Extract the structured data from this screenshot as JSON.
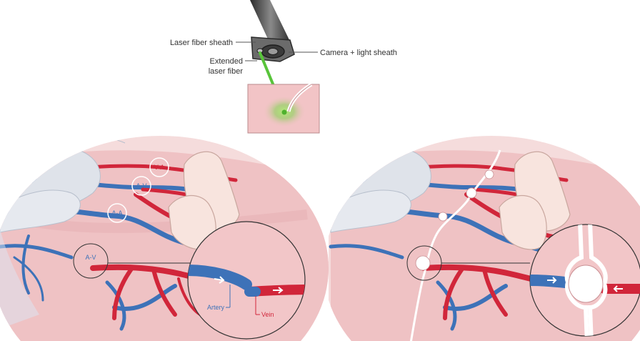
{
  "colors": {
    "artery": "#3d72b8",
    "artery_light": "#8fb3dd",
    "vein": "#d1263a",
    "vein_dark": "#a81a2b",
    "placenta_bg": "#efc2c4",
    "placenta_edge": "#e2a7ab",
    "laser_green": "#5cc93d",
    "skin": "#f8e4de",
    "twin_gray": "#dfe3ea",
    "label_text": "#333333",
    "ring": "#ffffff"
  },
  "icons": [
    "fetoscope-icon",
    "laser-fiber-icon",
    "camera-icon",
    "fetus-foot-icon",
    "magnifier-inset-icon"
  ],
  "instrument": {
    "laser_fiber_sheath": "Laser fiber sheath",
    "camera_light_sheath": "Camera + light sheath",
    "extended_fiber_line1": "Extended",
    "extended_fiber_line2": "laser fiber"
  },
  "left_panel": {
    "anastomoses": [
      {
        "label": "V-A"
      },
      {
        "label": "A-V"
      },
      {
        "label": "A-A"
      },
      {
        "label": "A-V"
      }
    ],
    "inset": {
      "artery_label": "Artery",
      "vein_label": "Vein"
    }
  },
  "right_panel": {
    "state": "ablated"
  }
}
